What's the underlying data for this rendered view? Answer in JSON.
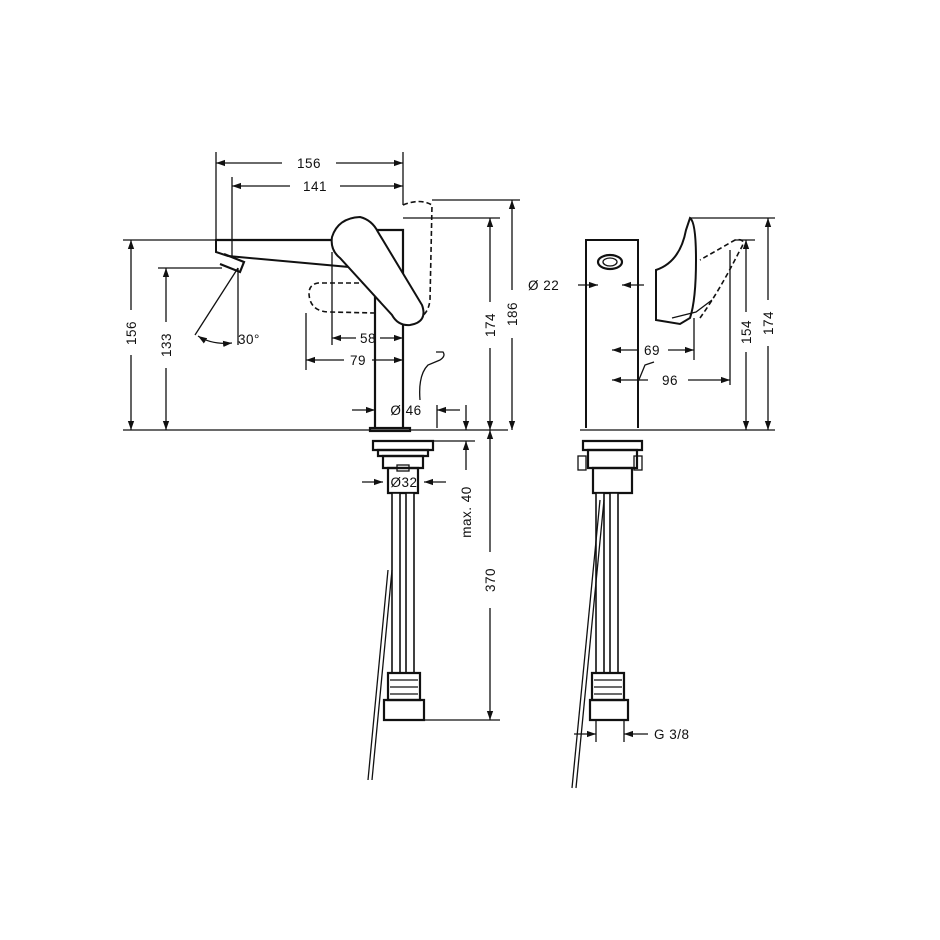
{
  "front_view": {
    "width_156": "156",
    "width_141": "141",
    "height_156": "156",
    "height_133": "133",
    "angle": "30°",
    "lever_58": "58",
    "lever_79": "79",
    "height_174": "174",
    "height_186": "186",
    "base_diameter": "Ø 46",
    "waste_diameter": "Ø32",
    "max_thickness": "max. 40",
    "hose_length": "370"
  },
  "side_view": {
    "outlet_diameter": "Ø 22",
    "lever_69": "69",
    "lever_96": "96",
    "height_154": "154",
    "height_174": "174",
    "thread": "G 3/8"
  }
}
